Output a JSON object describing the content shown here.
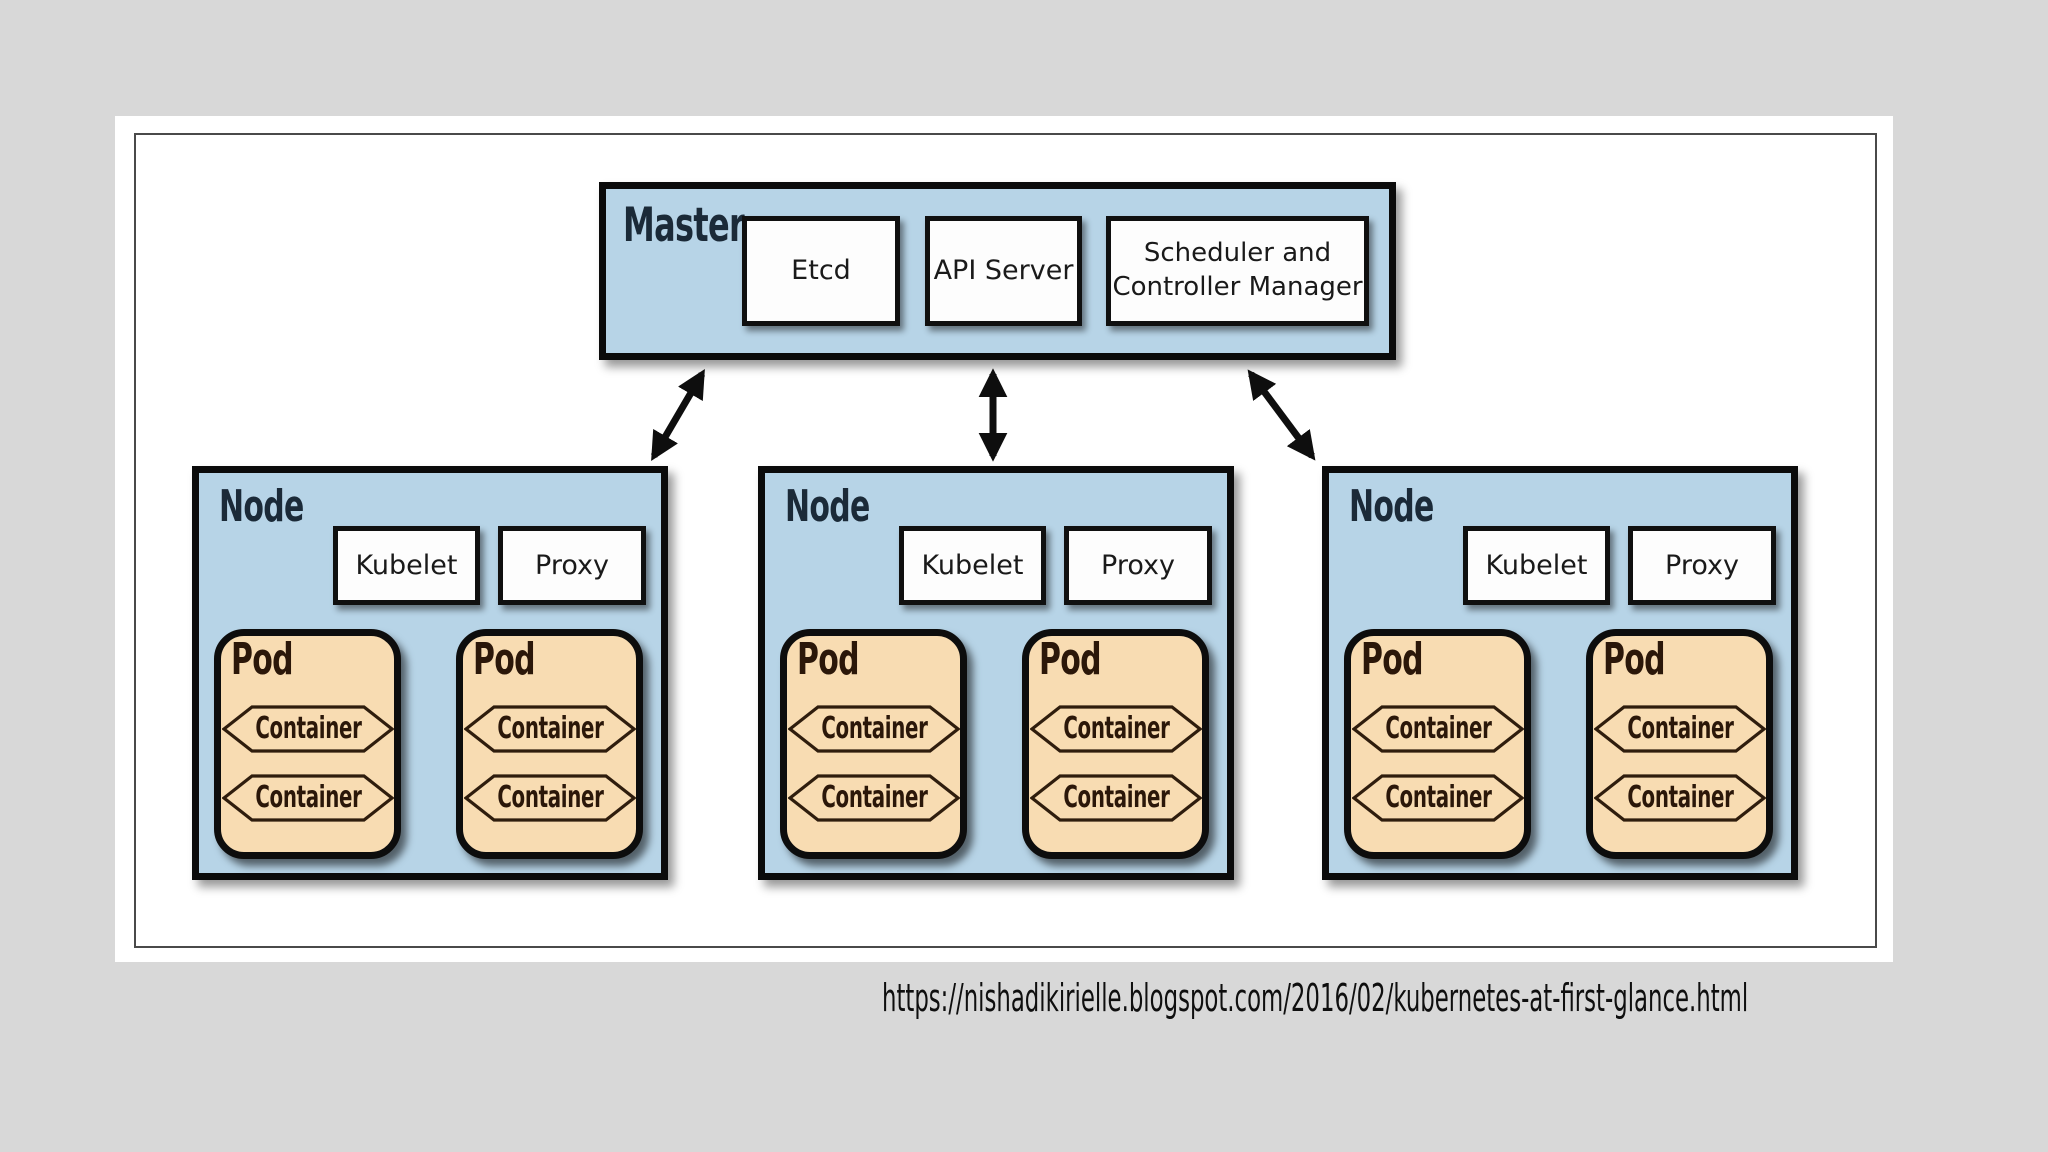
{
  "page": {
    "background_color": "#d8d8d8",
    "panel_color": "#ffffff",
    "caption": "https://nishadikirielle.blogspot.com/2016/02/kubernetes-at-first-glance.html"
  },
  "colors": {
    "group_fill": "#b7d4e7",
    "pod_fill": "#f8dcb2",
    "border_black": "#0b0b0b",
    "group_label_text": "#1b2a38",
    "pod_label_text": "#2b1709",
    "hex_stroke": "#2f1d0d"
  },
  "master": {
    "label": "Master",
    "components": [
      "Etcd",
      "API Server",
      "Scheduler and Controller Manager"
    ]
  },
  "nodes": [
    {
      "label": "Node",
      "components": [
        "Kubelet",
        "Proxy"
      ],
      "pods": [
        {
          "label": "Pod",
          "containers": [
            "Container",
            "Container"
          ]
        },
        {
          "label": "Pod",
          "containers": [
            "Container",
            "Container"
          ]
        }
      ]
    },
    {
      "label": "Node",
      "components": [
        "Kubelet",
        "Proxy"
      ],
      "pods": [
        {
          "label": "Pod",
          "containers": [
            "Container",
            "Container"
          ]
        },
        {
          "label": "Pod",
          "containers": [
            "Container",
            "Container"
          ]
        }
      ]
    },
    {
      "label": "Node",
      "components": [
        "Kubelet",
        "Proxy"
      ],
      "pods": [
        {
          "label": "Pod",
          "containers": [
            "Container",
            "Container"
          ]
        },
        {
          "label": "Pod",
          "containers": [
            "Container",
            "Container"
          ]
        }
      ]
    }
  ]
}
